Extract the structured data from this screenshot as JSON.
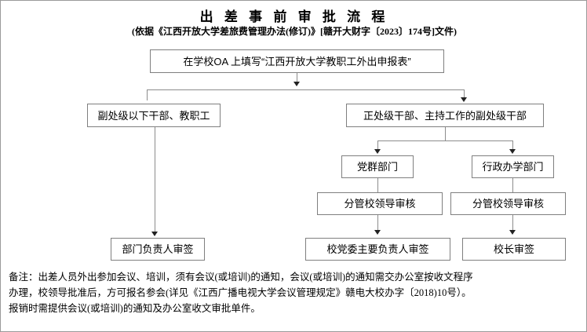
{
  "header": {
    "title": "出 差 事 前 审 批 流 程",
    "subtitle": "(依据《江西开放大学差旅费管理办法(修订)》[赣开大财字〔2023〕174号]文件)"
  },
  "flow": {
    "nodes": [
      {
        "id": "oa-form",
        "label": "在学校OA 上填写“江西开放大学教职工外出申报表”"
      },
      {
        "id": "below-deputy",
        "label": "副处级以下干部、教职工"
      },
      {
        "id": "director-level",
        "label": "正处级干部、主持工作的副处级干部"
      },
      {
        "id": "party-dept",
        "label": "党群部门"
      },
      {
        "id": "admin-dept",
        "label": "行政办学部门"
      },
      {
        "id": "leader-review-left",
        "label": "分管校领导审核"
      },
      {
        "id": "leader-review-right",
        "label": "分管校领导审核"
      },
      {
        "id": "dept-head-sign",
        "label": "部门负责人审签"
      },
      {
        "id": "party-head-sign",
        "label": "校党委主要负责人审签"
      },
      {
        "id": "president-sign",
        "label": "校长审签"
      }
    ]
  },
  "notes": {
    "lines": [
      "备注：出差人员外出参加会议、培训，须有会议(或培训)的通知，会议(或培训)的通知需交办公室按收文程序",
      "办理，校领导批准后，方可报名参会(详见《江西广播电视大学会议管理规定》赣电大校办字〔2018)10号）。",
      "报销时需提供会议(或培训)的通知及办公室收文审批单件。"
    ]
  },
  "colors": {
    "box_border": "#a6a6a6",
    "line": "#8c8c8c",
    "arrow": "#222222",
    "page_border": "#9a9a9a",
    "background": "#ffffff",
    "text": "#000000"
  }
}
